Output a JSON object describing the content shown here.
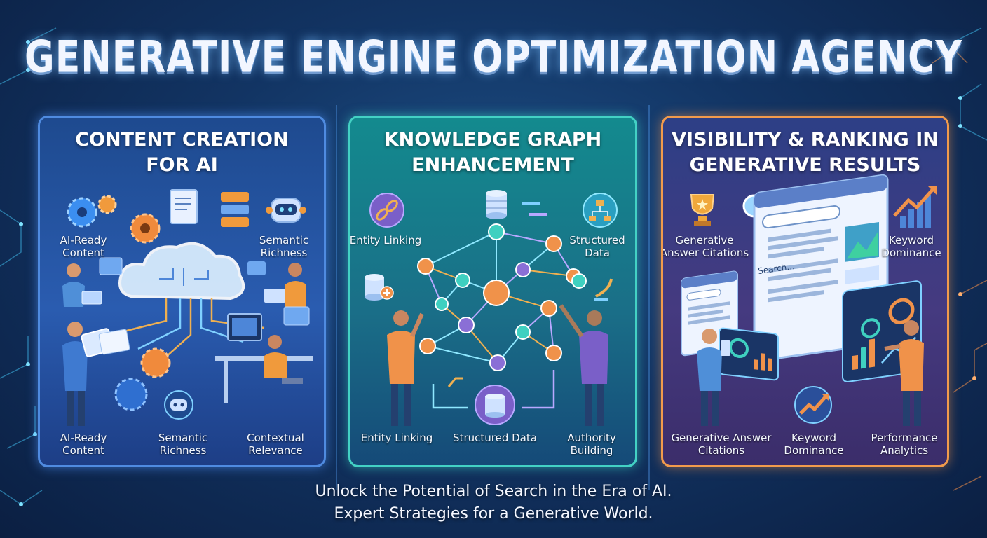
{
  "title": "GENERATIVE ENGINE OPTIMIZATION AGENCY",
  "panels": [
    {
      "title_line1": "CONTENT CREATION",
      "title_line2": "FOR AI",
      "top_labels": [
        "AI-Ready Content",
        "Semantic Richness"
      ],
      "bottom_labels": [
        "AI-Ready Content",
        "Semantic Richness",
        "Contextual Relevance"
      ]
    },
    {
      "title_line1": "KNOWLEDGE GRAPH",
      "title_line2": "ENHANCEMENT",
      "top_labels": [
        "Entity Linking",
        "Structured Data"
      ],
      "bottom_labels": [
        "Entity Linking",
        "Structured Data",
        "Authority Building"
      ]
    },
    {
      "title_line1": "VISIBILITY & RANKING IN",
      "title_line2": "GENERATIVE RESULTS",
      "top_labels": [
        "Generative Answer Citations",
        "Keyword Dominance"
      ],
      "bottom_labels": [
        "Generative Answer Citations",
        "Keyword Dominance",
        "Performance Analytics"
      ],
      "search_placeholder": "Search..."
    }
  ],
  "tagline_line1": "Unlock the Potential of Search in the Era of AI.",
  "tagline_line2": "Expert Strategies for a Generative World.",
  "colors": {
    "panel1_border": "#4f8be0",
    "panel2_border": "#43d1c4",
    "panel3_border": "#f29b4c",
    "node_orange": "#f0924a",
    "node_teal": "#3fd0c0",
    "node_purple": "#8a6fd6"
  },
  "icons": [
    "gear-icon",
    "document-icon",
    "robot-icon",
    "cloud-icon",
    "database-icon",
    "link-icon",
    "hierarchy-icon",
    "trophy-icon",
    "magnifier-icon",
    "growth-chart-icon"
  ]
}
